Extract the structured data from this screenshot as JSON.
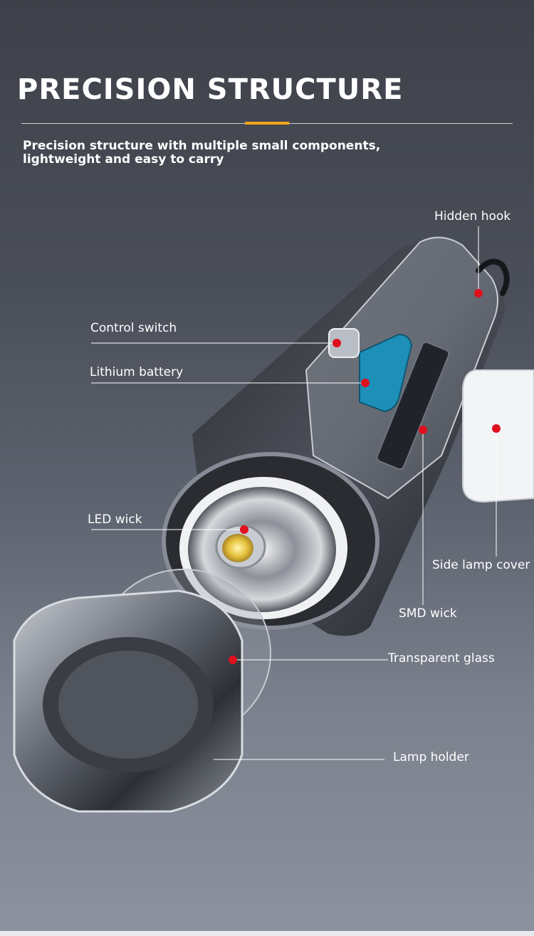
{
  "heading": {
    "title": "PRECISION STRUCTURE",
    "subtitle": "Precision structure with multiple small components, lightweight and easy to carry"
  },
  "colors": {
    "accent": "#f2a31b",
    "marker": "#e0101e",
    "battery": "#1d8fb8"
  },
  "callouts": [
    {
      "id": "hidden-hook",
      "label": "Hidden hook"
    },
    {
      "id": "control-switch",
      "label": "Control switch"
    },
    {
      "id": "lithium-battery",
      "label": "Lithium battery"
    },
    {
      "id": "led-wick",
      "label": "LED wick"
    },
    {
      "id": "side-lamp-cover",
      "label": "Side lamp cover"
    },
    {
      "id": "smd-wick",
      "label": "SMD wick"
    },
    {
      "id": "transparent-glass",
      "label": "Transparent glass"
    },
    {
      "id": "lamp-holder",
      "label": "Lamp holder"
    }
  ]
}
